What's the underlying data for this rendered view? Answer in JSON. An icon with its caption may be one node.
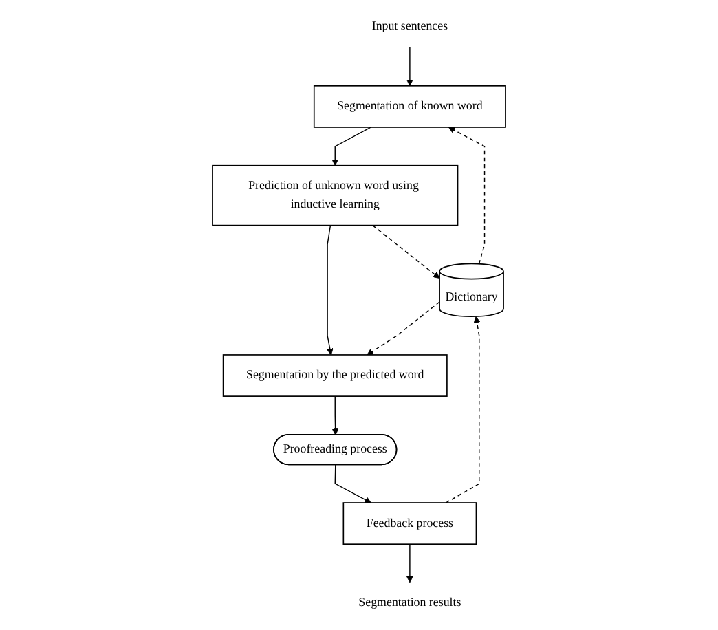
{
  "diagram": {
    "nodes": [
      {
        "text": [
          "Input sentences"
        ]
      },
      {
        "text": [
          "Segmentation of known word"
        ]
      },
      {
        "text": [
          "Prediction of unknown word using inductive learning"
        ]
      },
      {
        "text": [
          "Dictionary"
        ]
      },
      {
        "text": [
          "Segmentation by the predicted word"
        ]
      },
      {
        "text": [
          "Proofreading process"
        ]
      },
      {
        "text": [
          "Feedback process"
        ]
      },
      {
        "text": [
          "Segmentation results"
        ]
      }
    ],
    "edges": [
      {
        "from": 0,
        "to": 1,
        "arrow": "to"
      },
      {
        "from": 1,
        "to": 2,
        "arrow": "to"
      },
      {
        "from": 3,
        "to": 1,
        "arrow": "to",
        "style": "dashed"
      },
      {
        "from": 2,
        "to": 3,
        "arrow": "to",
        "style": "dashed"
      },
      {
        "from": 2,
        "to": 4,
        "arrow": "to"
      },
      {
        "from": 3,
        "to": 4,
        "arrow": "to",
        "style": "dashed"
      },
      {
        "from": 4,
        "to": 5,
        "arrow": "to"
      },
      {
        "from": 5,
        "to": 6,
        "arrow": "to"
      },
      {
        "from": 6,
        "to": 3,
        "arrow": "to",
        "style": "dashed"
      },
      {
        "from": 6,
        "to": 7,
        "arrow": "to"
      }
    ]
  }
}
